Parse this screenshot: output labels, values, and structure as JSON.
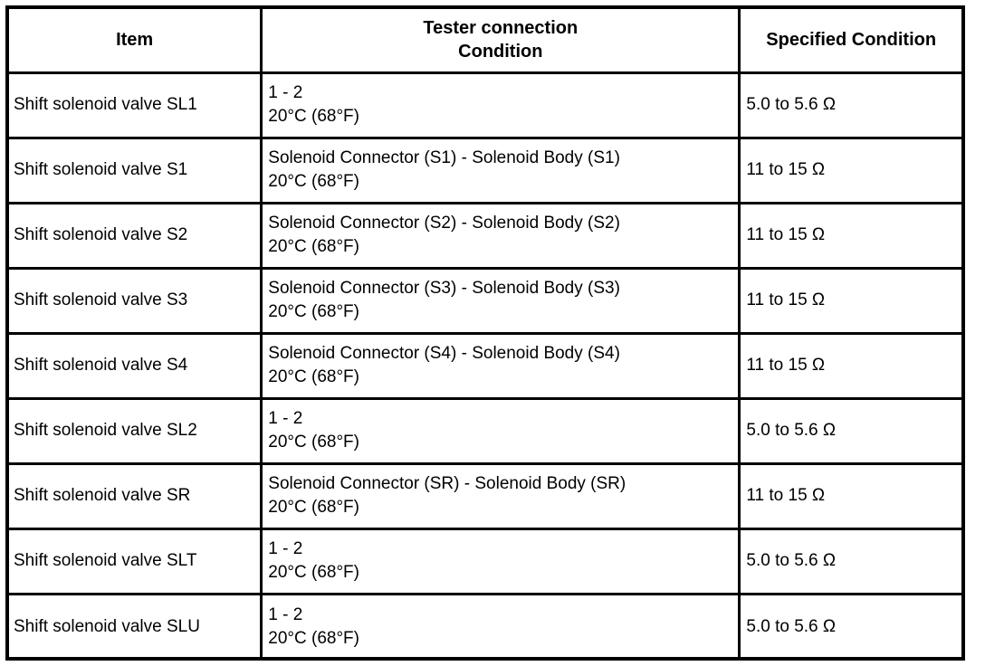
{
  "page": {
    "background_color": "#ffffff",
    "border_color": "#000000",
    "text_color": "#000000"
  },
  "table": {
    "header": {
      "item": "Item",
      "tester_line1": "Tester connection",
      "tester_line2": "Condition",
      "specified": "Specified Condition"
    },
    "rows": [
      {
        "item": "Shift solenoid valve SL1",
        "connection": "1 - 2",
        "condition": "20°C (68°F)",
        "specified": "5.0 to 5.6 Ω"
      },
      {
        "item": "Shift solenoid valve S1",
        "connection": "Solenoid Connector (S1) - Solenoid Body (S1)",
        "condition": "20°C (68°F)",
        "specified": "11 to 15 Ω"
      },
      {
        "item": "Shift solenoid valve S2",
        "connection": "Solenoid Connector (S2) - Solenoid Body (S2)",
        "condition": "20°C (68°F)",
        "specified": "11 to 15 Ω"
      },
      {
        "item": "Shift solenoid valve S3",
        "connection": "Solenoid Connector (S3) - Solenoid Body (S3)",
        "condition": "20°C (68°F)",
        "specified": "11 to 15 Ω"
      },
      {
        "item": "Shift solenoid valve S4",
        "connection": "Solenoid Connector (S4) - Solenoid Body (S4)",
        "condition": "20°C (68°F)",
        "specified": "11 to 15 Ω"
      },
      {
        "item": "Shift solenoid valve SL2",
        "connection": "1 - 2",
        "condition": "20°C (68°F)",
        "specified": "5.0 to 5.6 Ω"
      },
      {
        "item": "Shift solenoid valve SR",
        "connection": "Solenoid Connector (SR) - Solenoid Body (SR)",
        "condition": "20°C (68°F)",
        "specified": "11 to 15 Ω"
      },
      {
        "item": "Shift solenoid valve SLT",
        "connection": "1 - 2",
        "condition": "20°C (68°F)",
        "specified": "5.0 to 5.6 Ω"
      },
      {
        "item": "Shift solenoid valve SLU",
        "connection": "1 - 2",
        "condition": "20°C (68°F)",
        "specified": "5.0 to 5.6 Ω"
      }
    ]
  }
}
